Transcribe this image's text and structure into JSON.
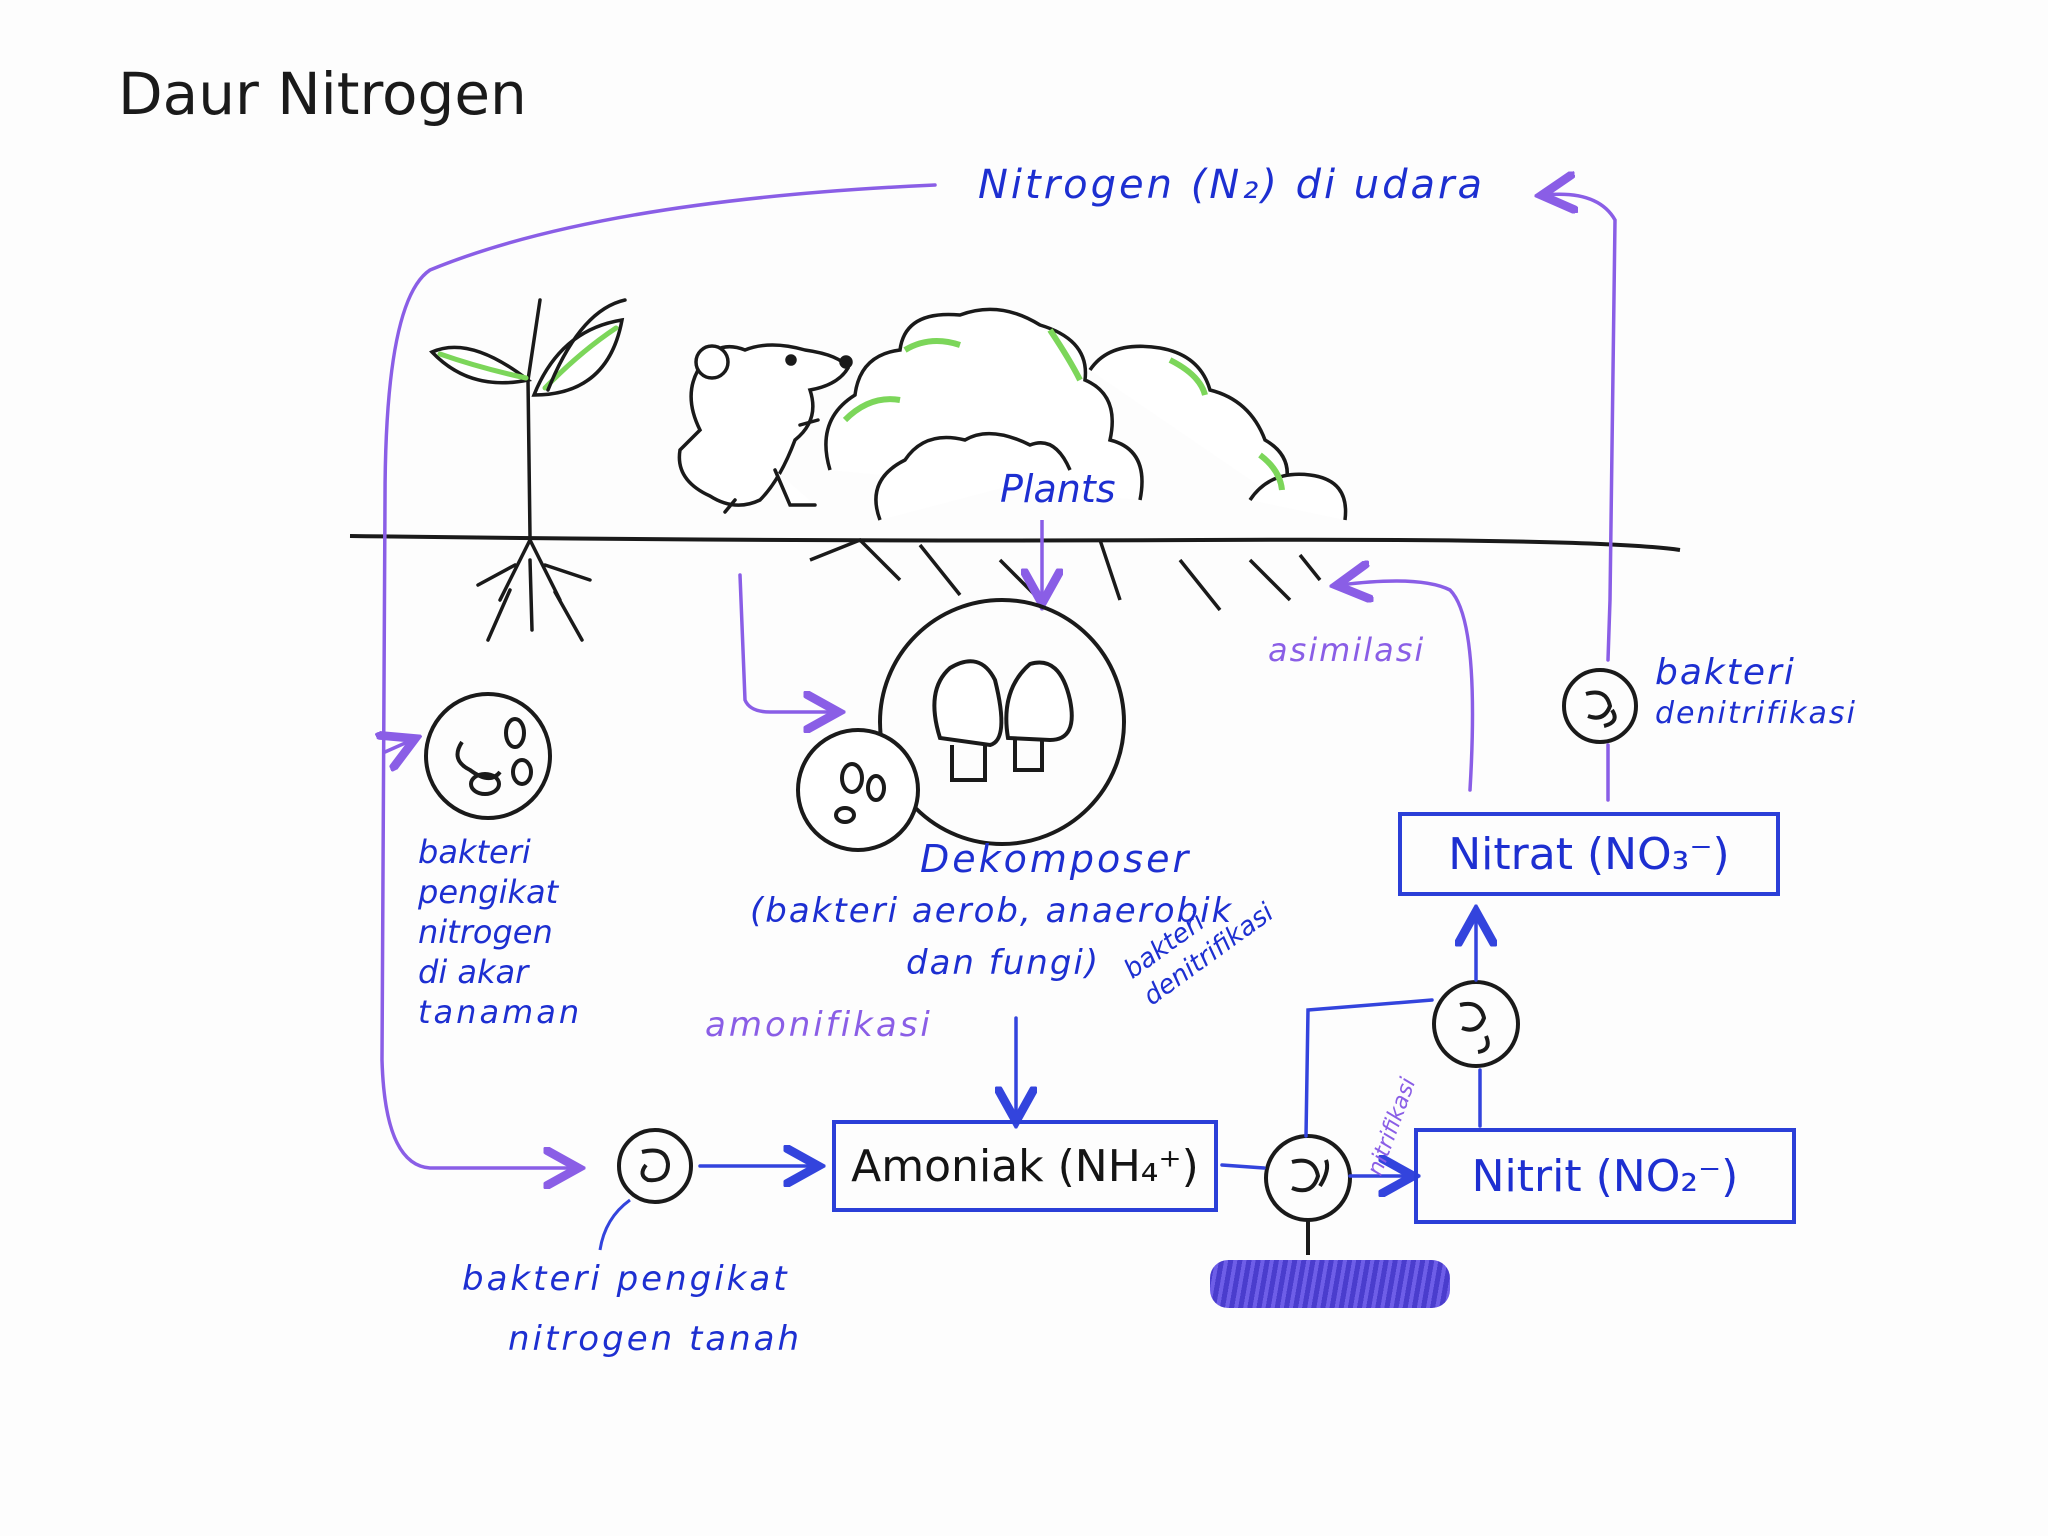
{
  "title": "Daur Nitrogen",
  "labels": {
    "air": "Nitrogen (N₂) di udara",
    "plants": "Plants",
    "root_bacteria": [
      "bakteri",
      "pengikat",
      "nitrogen",
      "di akar",
      "tanaman"
    ],
    "decomposer_title": "Dekomposer",
    "decomposer_detail_1": "(bakteri aerob, anaerobik",
    "decomposer_detail_2": "dan fungi)",
    "ammonification": "amonifikasi",
    "assimilation": "asimilasi",
    "denitrifying_bacteria": [
      "bakteri",
      "denitrifikasi"
    ],
    "nitrifying_bacteria": [
      "bakteri",
      "denitrifikasi"
    ],
    "nitrification": "nitrifikasi",
    "soil_bacteria_1": "bakteri pengikat",
    "soil_bacteria_2": "nitrogen tanah"
  },
  "boxes": {
    "ammonia": {
      "name": "Amoniak",
      "formula": "(NH₄⁺)"
    },
    "nitrite": {
      "name": "Nitrit",
      "formula": "(NO₂⁻)"
    },
    "nitrate": {
      "name": "Nitrat",
      "formula": "(NO₃⁻)"
    }
  },
  "colors": {
    "ink_blue": "#1d2fd1",
    "arrow_purple": "#8a5ee6",
    "outline_black": "#1a1a1a",
    "leaf_green": "#7cd65a"
  }
}
